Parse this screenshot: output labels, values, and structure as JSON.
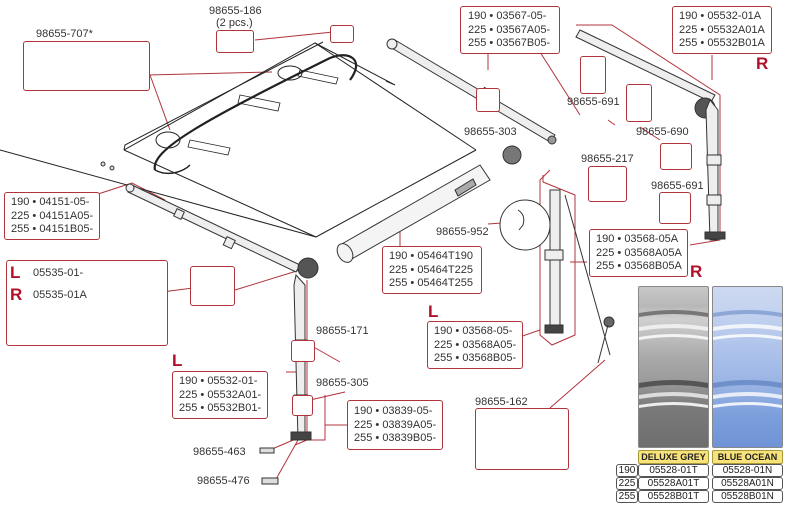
{
  "title": "Awning spare parts exploded diagram",
  "colors": {
    "accent_red": "#b0102a",
    "callout_line": "#b0343c",
    "label_highlight": "#f8e27a",
    "fabric_grey": "#8c8c8c",
    "fabric_blue": "#6f93d6"
  },
  "labels": {
    "p707": "98655-707*",
    "p186": "98655-186",
    "p186_qty": "(2 pcs.)",
    "p303": "98655-303",
    "p691a": "98655-691",
    "p690": "98655-690",
    "p217": "98655-217",
    "p691b": "98655-691",
    "p952": "98655-952",
    "p171": "98655-171",
    "p305": "98655-305",
    "p463": "98655-463",
    "p476": "98655-476",
    "p162": "98655-162"
  },
  "part_groups": {
    "front_bar": [
      "190 • 03567-05-",
      "225 • 03567A05-",
      "255 • 03567B05-"
    ],
    "right_arm": [
      "190 • 05532-01A",
      "225 • 05532A01A",
      "255 • 05532B01A"
    ],
    "left_profile": [
      "190 • 04151-05-",
      "225 • 04151A05-",
      "255 • 04151B05-"
    ],
    "roller_tube": [
      "190 • 05464T190",
      "225 • 05464T225",
      "255 • 05464T255"
    ],
    "right_leg": [
      "190 • 03568-05A",
      "225 • 03568A05A",
      "255 • 03568B05A"
    ],
    "left_leg": [
      "190 • 03568-05-",
      "225 • 03568A05-",
      "255 • 03568B05-"
    ],
    "left_arm": [
      "190 • 05532-01-",
      "225 • 05532A01-",
      "255 • 05532B01-"
    ],
    "support_leg": [
      "190 • 03839-05-",
      "225 • 03839A05-",
      "255 • 03839B05-"
    ]
  },
  "end_caps": {
    "left_side": "L",
    "left_code": "05535-01-",
    "right_side": "R",
    "right_code": "05535-01A"
  },
  "side_markers": {
    "right_arm": "R",
    "right_leg": "R",
    "left_leg": "L",
    "left_arm": "L"
  },
  "fabric_table": {
    "columns": [
      "DELUXE GREY",
      "BLUE OCEAN"
    ],
    "rows": [
      {
        "size": "190",
        "grey": "05528-01T",
        "blue": "05528-01N"
      },
      {
        "size": "225",
        "grey": "05528A01T",
        "blue": "05528A01N"
      },
      {
        "size": "255",
        "grey": "05528B01T",
        "blue": "05528B01N"
      }
    ]
  }
}
